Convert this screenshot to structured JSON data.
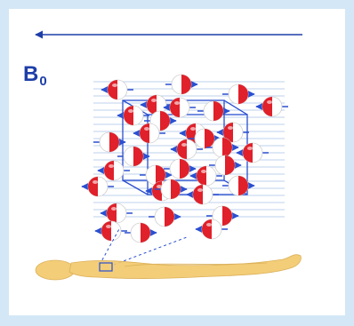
{
  "field_label": "B",
  "field_subscript": "0",
  "colors": {
    "border": "#d3e7f6",
    "field_arrow": "#1e3ea8",
    "label": "#1e3ea8",
    "spin_red": "#e0202a",
    "spin_white": "#ffffff",
    "spin_arrow": "#2a4fd0",
    "body": "#f2c86a",
    "lines": "#bdd0ee"
  },
  "icons": [
    "field-arrow",
    "spin-sphere",
    "cube-outline",
    "human-body"
  ]
}
